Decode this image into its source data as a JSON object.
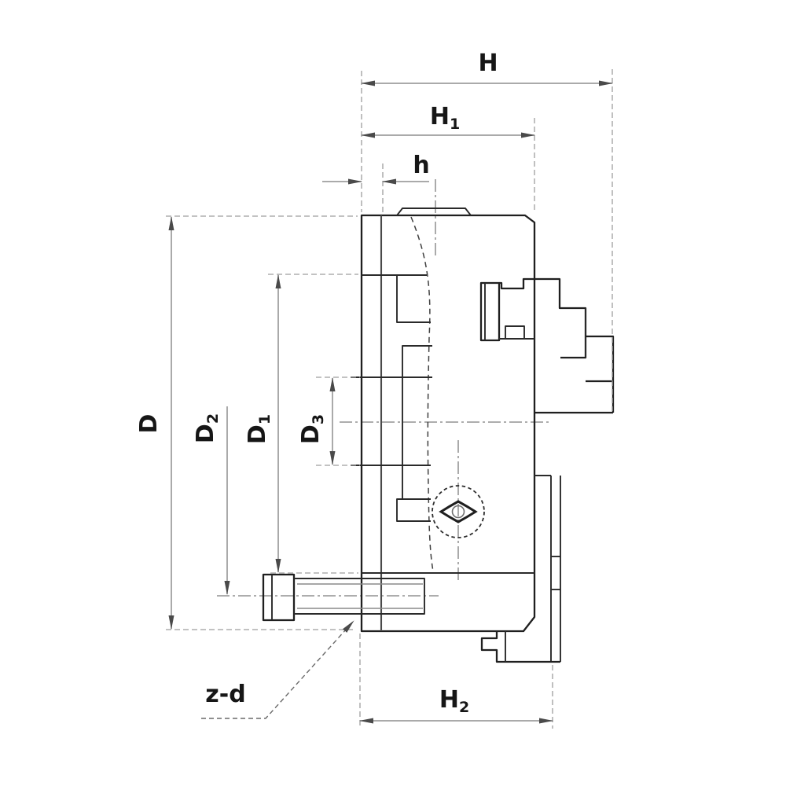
{
  "drawing": {
    "title": "lathe-chuck-side-section",
    "colors": {
      "background": "#ffffff",
      "outline": "#1f1f1f",
      "dimension_lines": "#8e8e8e",
      "label_text": "#161616"
    },
    "labels": {
      "H": {
        "base": "H",
        "sub": ""
      },
      "H1": {
        "base": "H",
        "sub": "1"
      },
      "h": {
        "base": "h",
        "sub": ""
      },
      "H2": {
        "base": "H",
        "sub": "2"
      },
      "D": {
        "base": "D",
        "sub": ""
      },
      "D2": {
        "base": "D",
        "sub": "2"
      },
      "D1": {
        "base": "D",
        "sub": "1"
      },
      "D3": {
        "base": "D",
        "sub": "3"
      },
      "zd": {
        "base": "z-d",
        "sub": ""
      }
    }
  }
}
